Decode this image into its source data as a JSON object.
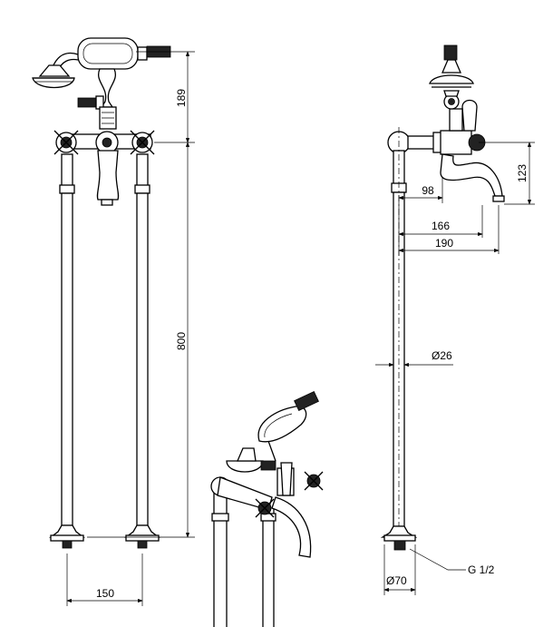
{
  "dimensions": {
    "handshower_height": "189",
    "column_height": "800",
    "column_spacing": "150",
    "spout_drop": "123",
    "spout_reach_98": "98",
    "spout_reach_166": "166",
    "spout_reach_190": "190",
    "pipe_diameter": "Ø26",
    "base_diameter": "Ø70",
    "thread": "G 1/2"
  }
}
